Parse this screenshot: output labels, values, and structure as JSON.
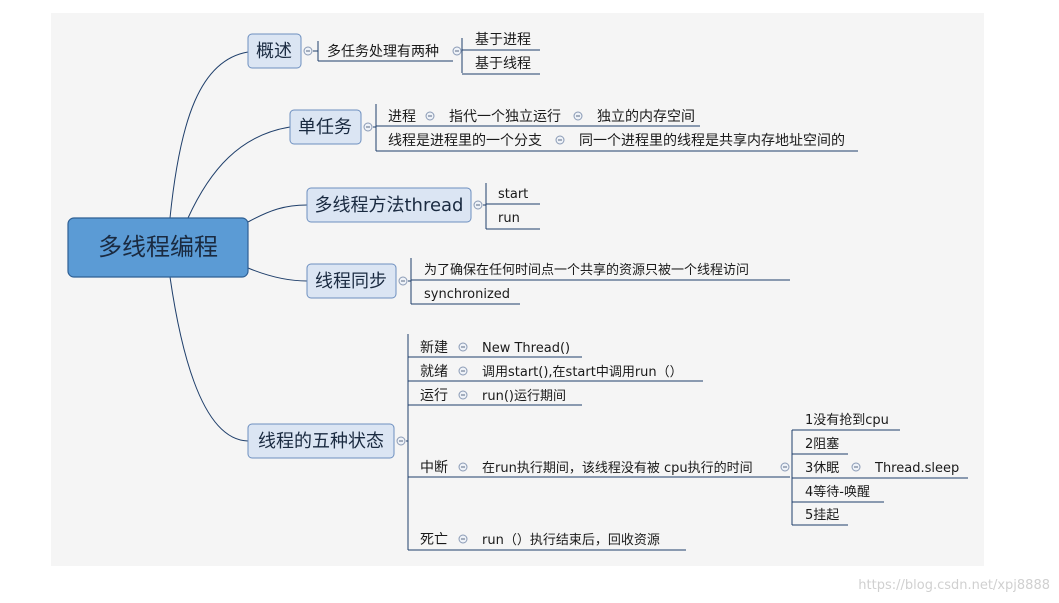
{
  "root": "多线程编程",
  "watermark": "https://blog.csdn.net/xpj8888",
  "branches": {
    "overview": {
      "label": "概述",
      "child": "多任务处理有两种",
      "items": [
        "基于进程",
        "基于线程"
      ]
    },
    "single_task": {
      "label": "单任务",
      "process": "进程",
      "process_desc": "指代一个独立运行",
      "process_mem": "独立的内存空间",
      "thread": "线程是进程里的一个分支",
      "thread_desc": "同一个进程里的线程是共享内存地址空间的"
    },
    "thread_method": {
      "label": "多线程方法thread",
      "items": [
        "start",
        "run"
      ]
    },
    "sync": {
      "label": "线程同步",
      "items": [
        "为了确保在任何时间点一个共享的资源只被一个线程访问",
        "synchronized"
      ]
    },
    "states": {
      "label": "线程的五种状态",
      "new": "新建",
      "new_desc": "New Thread()",
      "ready": "就绪",
      "ready_desc": "调用start(),在start中调用run（）",
      "running": "运行",
      "running_desc": "run()运行期间",
      "blocked": "中断",
      "blocked_desc": "在run执行期间，该线程没有被 cpu执行的时间",
      "blocked_items": [
        "1没有抢到cpu",
        "2阻塞",
        "3休眠",
        "4等待-唤醒",
        "5挂起"
      ],
      "sleep_desc": "Thread.sleep",
      "dead": "死亡",
      "dead_desc": "run（）执行结束后，回收资源"
    }
  },
  "colors": {
    "root_fill": "#5b9bd5",
    "box_fill": "#dbe5f3",
    "line": "#1f3f6b",
    "canvas": "#f5f5f5"
  }
}
